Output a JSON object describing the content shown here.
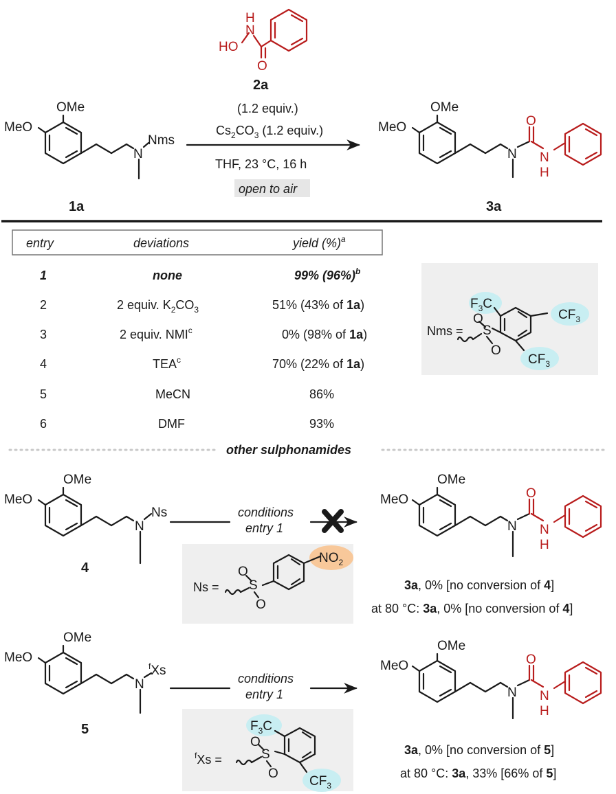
{
  "reagent": {
    "label": "2a",
    "equiv": "(1.2 equiv.)",
    "base_prefix": "Cs",
    "base_mid": "CO",
    "base_suffix": " (1.2 equiv.)",
    "conditions": "THF, 23 °C, 16 h",
    "atmosphere": "open to air"
  },
  "compounds": {
    "start": "1a",
    "product": "3a",
    "ns_substrate": "4",
    "fxs_substrate": "5"
  },
  "atoms": {
    "ome": "OMe",
    "meo": "MeO",
    "n": "N",
    "h": "H",
    "o": "O",
    "ho": "HO",
    "nh": "NH",
    "s": "S",
    "c": "C",
    "three": "3",
    "two": "2",
    "nms": "Nms",
    "ns": "Ns",
    "xs": "Xs",
    "f": "f",
    "f3c": "F",
    "cf3": "CF",
    "no2": "NO"
  },
  "table": {
    "headers": [
      "entry",
      "deviations",
      "yield (%)"
    ],
    "header_sup": "a",
    "rows": [
      {
        "entry": "1",
        "deviation": "none",
        "yield": "99% (96%)",
        "yield_sup": "b"
      },
      {
        "entry": "2",
        "deviation": "2 equiv. K",
        "dev_sub": "2",
        "dev_tail": "CO",
        "dev_sub2": "3",
        "yield": "51% (43% of ",
        "yield_cpd": "1a",
        "yield_end": ")"
      },
      {
        "entry": "3",
        "deviation": "2 equiv. NMI",
        "dev_sup": "c",
        "yield": "0% (98% of ",
        "yield_cpd": "1a",
        "yield_end": ")"
      },
      {
        "entry": "4",
        "deviation": "TEA",
        "dev_sup": "c",
        "yield": "70% (22% of ",
        "yield_cpd": "1a",
        "yield_end": ")"
      },
      {
        "entry": "5",
        "deviation": "MeCN",
        "yield": "86%"
      },
      {
        "entry": "6",
        "deviation": "DMF",
        "yield": "93%"
      }
    ]
  },
  "legend": {
    "nms_label": "Nms =",
    "ns_label": "Ns =",
    "fxs_label": "Xs ="
  },
  "section_title": "other sulphonamides",
  "arrow_text": {
    "line1": "conditions",
    "line2": "entry 1"
  },
  "results": {
    "ns_rt": {
      "cpd": "3a",
      "text": ", 0%  [no conversion of ",
      "ref": "4",
      "end": "]"
    },
    "ns_80": {
      "prefix": "at 80 °C: ",
      "cpd": "3a",
      "text": ", 0%  [no conversion of ",
      "ref": "4",
      "end": "]"
    },
    "fxs_rt": {
      "cpd": "3a",
      "text": ", 0%  [no conversion of ",
      "ref": "5",
      "end": "]"
    },
    "fxs_80": {
      "prefix": "at 80 °C: ",
      "cpd": "3a",
      "text": ", 33%  [66% of ",
      "ref": "5",
      "end": "]"
    }
  },
  "colors": {
    "reagent_red": "#b81c1c",
    "cf3_highlight": "#c8eef2",
    "no2_highlight": "#f8c89a",
    "panel_gray": "#efefef",
    "rule": "#1a1a1a"
  }
}
